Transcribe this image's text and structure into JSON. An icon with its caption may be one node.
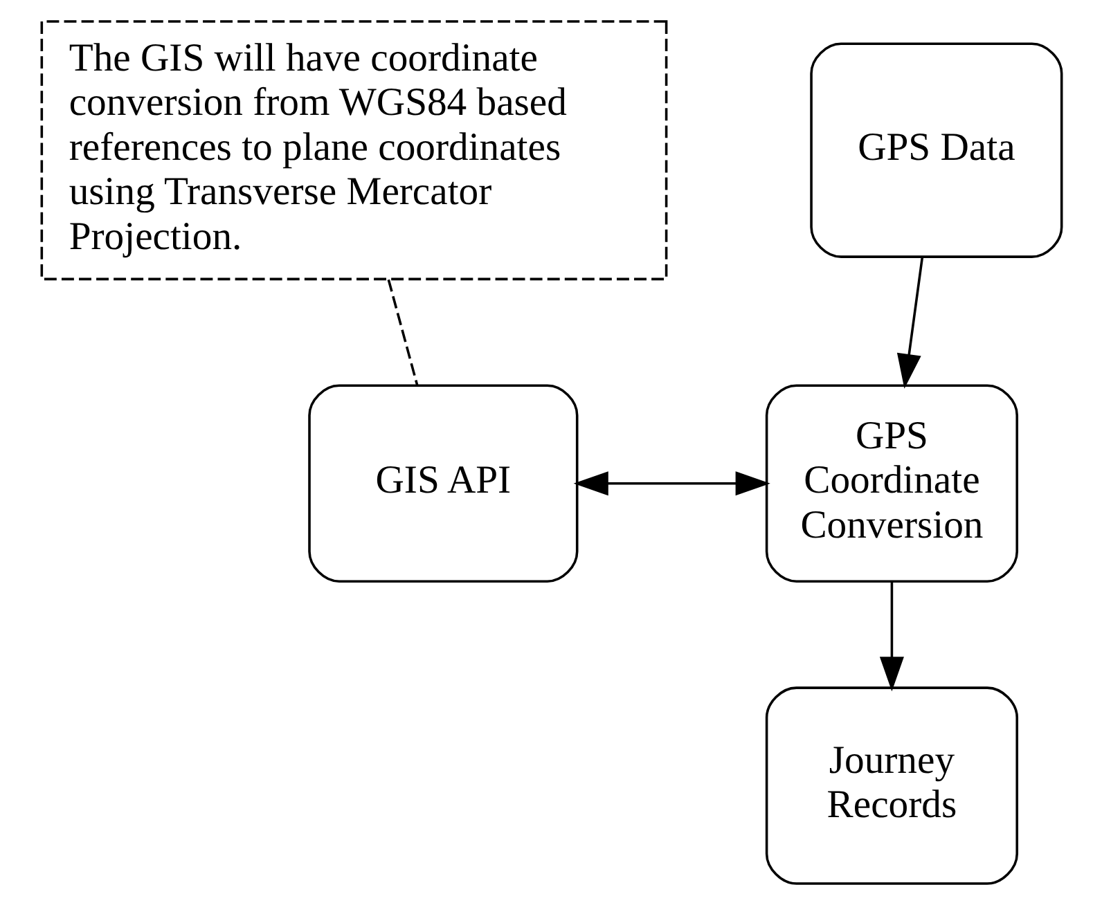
{
  "diagram": {
    "nodes": [
      {
        "text": [
          "GPS Data"
        ]
      },
      {
        "text": [
          "GIS API"
        ]
      },
      {
        "text": [
          "GPS Coordinate Conversion"
        ]
      },
      {
        "text": [
          "Journey Records"
        ]
      },
      {
        "text": [
          "The GIS will have coordinate conversion from WGS84 based references to plane coordinates using Transverse Mercator Projection."
        ]
      }
    ],
    "edges": [
      {
        "from": 0,
        "to": 2,
        "arrow": "to"
      },
      {
        "from": 1,
        "to": 2,
        "arrow": "both"
      },
      {
        "from": 2,
        "to": 3,
        "arrow": "to"
      },
      {
        "from": 4,
        "to": 1,
        "arrow": "none",
        "style": "dashed"
      }
    ]
  }
}
